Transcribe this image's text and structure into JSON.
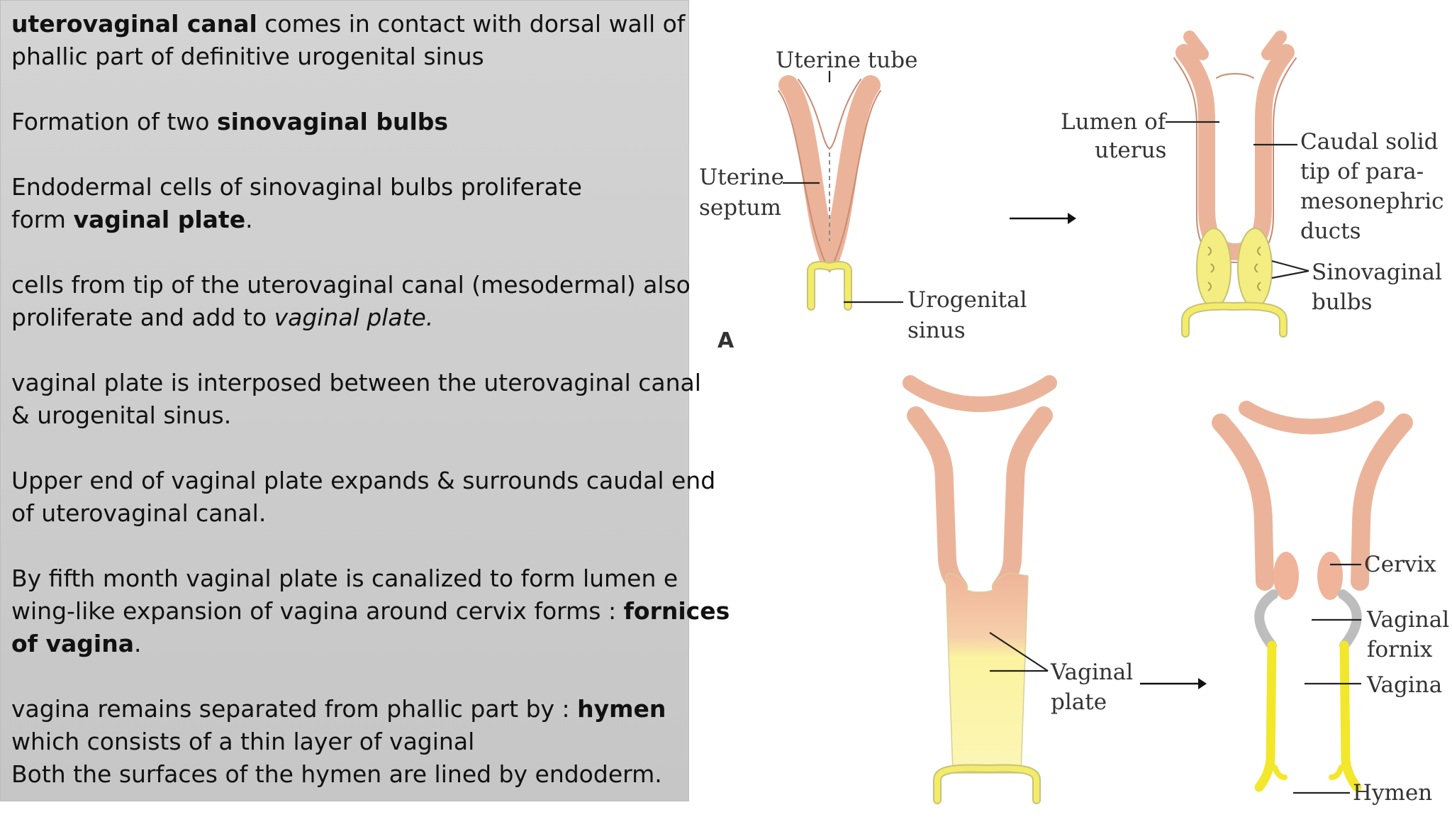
{
  "slide": {
    "paragraphs": [
      {
        "lines": [
          [
            {
              "t": "uterovaginal canal",
              "s": "b"
            },
            {
              "t": " comes in contact with dorsal wall of"
            }
          ],
          [
            {
              "t": "phallic part of definitive urogenital sinus"
            }
          ]
        ]
      },
      {
        "lines": [
          [
            {
              "t": "Formation of two "
            },
            {
              "t": "sinovaginal bulbs",
              "s": "b"
            }
          ]
        ]
      },
      {
        "lines": [
          [
            {
              "t": "Endodermal cells of  sinovaginal bulbs proliferate"
            }
          ],
          [
            {
              "t": "form "
            },
            {
              "t": "vaginal plate",
              "s": "b"
            },
            {
              "t": "."
            }
          ]
        ]
      },
      {
        "lines": [
          [
            {
              "t": "cells from tip of the uterovaginal canal (mesodermal) also"
            }
          ],
          [
            {
              "t": "proliferate and add to "
            },
            {
              "t": "vaginal plate.",
              "s": "i"
            }
          ]
        ]
      },
      {
        "lines": [
          [
            {
              "t": "vaginal plate is interposed between the uterovaginal canal"
            }
          ],
          [
            {
              "t": "& urogenital sinus."
            }
          ]
        ]
      },
      {
        "lines": [
          [
            {
              "t": "Upper end of vaginal plate expands & surrounds caudal end"
            }
          ],
          [
            {
              "t": "of uterovaginal canal."
            }
          ]
        ]
      },
      {
        "lines": [
          [
            {
              "t": "By fifth month vaginal  plate is canalized to form lumen e"
            }
          ],
          [
            {
              "t": "wing-like expansion of vagina around cervix forms : "
            },
            {
              "t": "fornices",
              "s": "b"
            }
          ],
          [
            {
              "t": "of vagina",
              "s": "b"
            },
            {
              "t": "."
            }
          ]
        ]
      },
      {
        "lines": [
          [
            {
              "t": "vagina remains separated from phallic part by : "
            },
            {
              "t": "hymen",
              "s": "b"
            }
          ],
          [
            {
              "t": "which consists of a thin layer of vaginal"
            }
          ],
          [
            {
              "t": "Both the surfaces of the hymen are lined by endoderm."
            }
          ]
        ]
      }
    ]
  },
  "figure": {
    "panel_letter": "A",
    "labels": {
      "uterine_tube": "Uterine tube",
      "uterine_septum_1": "Uterine",
      "uterine_septum_2": "septum",
      "urogenital_1": "Urogenital",
      "urogenital_2": "sinus",
      "lumen_1": "Lumen of",
      "lumen_2": "uterus",
      "caudal_1": "Caudal solid",
      "caudal_2": "tip of para-",
      "caudal_3": "mesonephric",
      "caudal_4": "ducts",
      "sinovaginal_1": "Sinovaginal",
      "sinovaginal_2": "bulbs",
      "vaginal_plate_1": "Vaginal",
      "vaginal_plate_2": "plate",
      "cervix": "Cervix",
      "fornix_1": "Vaginal",
      "fornix_2": "fornix",
      "vagina": "Vagina",
      "hymen": "Hymen"
    },
    "colors": {
      "mesoderm": "#efb49a",
      "endoderm": "#f3ec6a",
      "plate": "#f6f1a6",
      "fornix": "#bdbdbd"
    }
  }
}
